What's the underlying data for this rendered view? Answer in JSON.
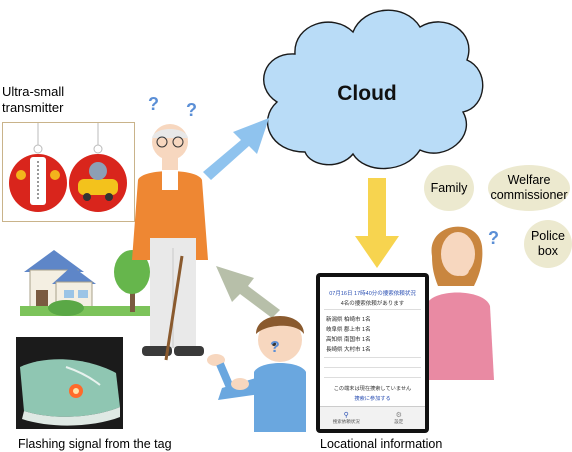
{
  "labels": {
    "transmitter": "Ultra-small\ntransmitter",
    "flashing": "Flashing signal from the tag",
    "locational": "Locational information",
    "cloud": "Cloud"
  },
  "bubbles": {
    "family": "Family",
    "welfare": "Welfare\ncommissioner",
    "police": "Police\nbox"
  },
  "phone": {
    "title": "07月16日 17時40分の捜索依頼状況",
    "subtitle": "4名の捜索依頼があります",
    "rows": [
      "新潟県 柏崎市 1名",
      "岐阜県 郡上市 1名",
      "高知県 南国市 1名",
      "長崎県 大村市 1名"
    ],
    "note": "この端末は現在捜索していません",
    "link": "捜索に参加する",
    "tabs": [
      "捜索依頼状況",
      "設定"
    ]
  },
  "question_marks": "?",
  "colors": {
    "cloud_fill": "#b9dcf7",
    "cloud_stroke": "#1a1a1a",
    "arrow_blue": "#8fc3ee",
    "arrow_yellow": "#f7d44f",
    "arrow_gray": "#b7bfa9",
    "bubble": "#ece9cf",
    "tag_red": "#d9251c",
    "shirt_orange": "#ee8733",
    "cardigan_pink": "#e98aa3",
    "man_blue": "#6aa7df"
  }
}
